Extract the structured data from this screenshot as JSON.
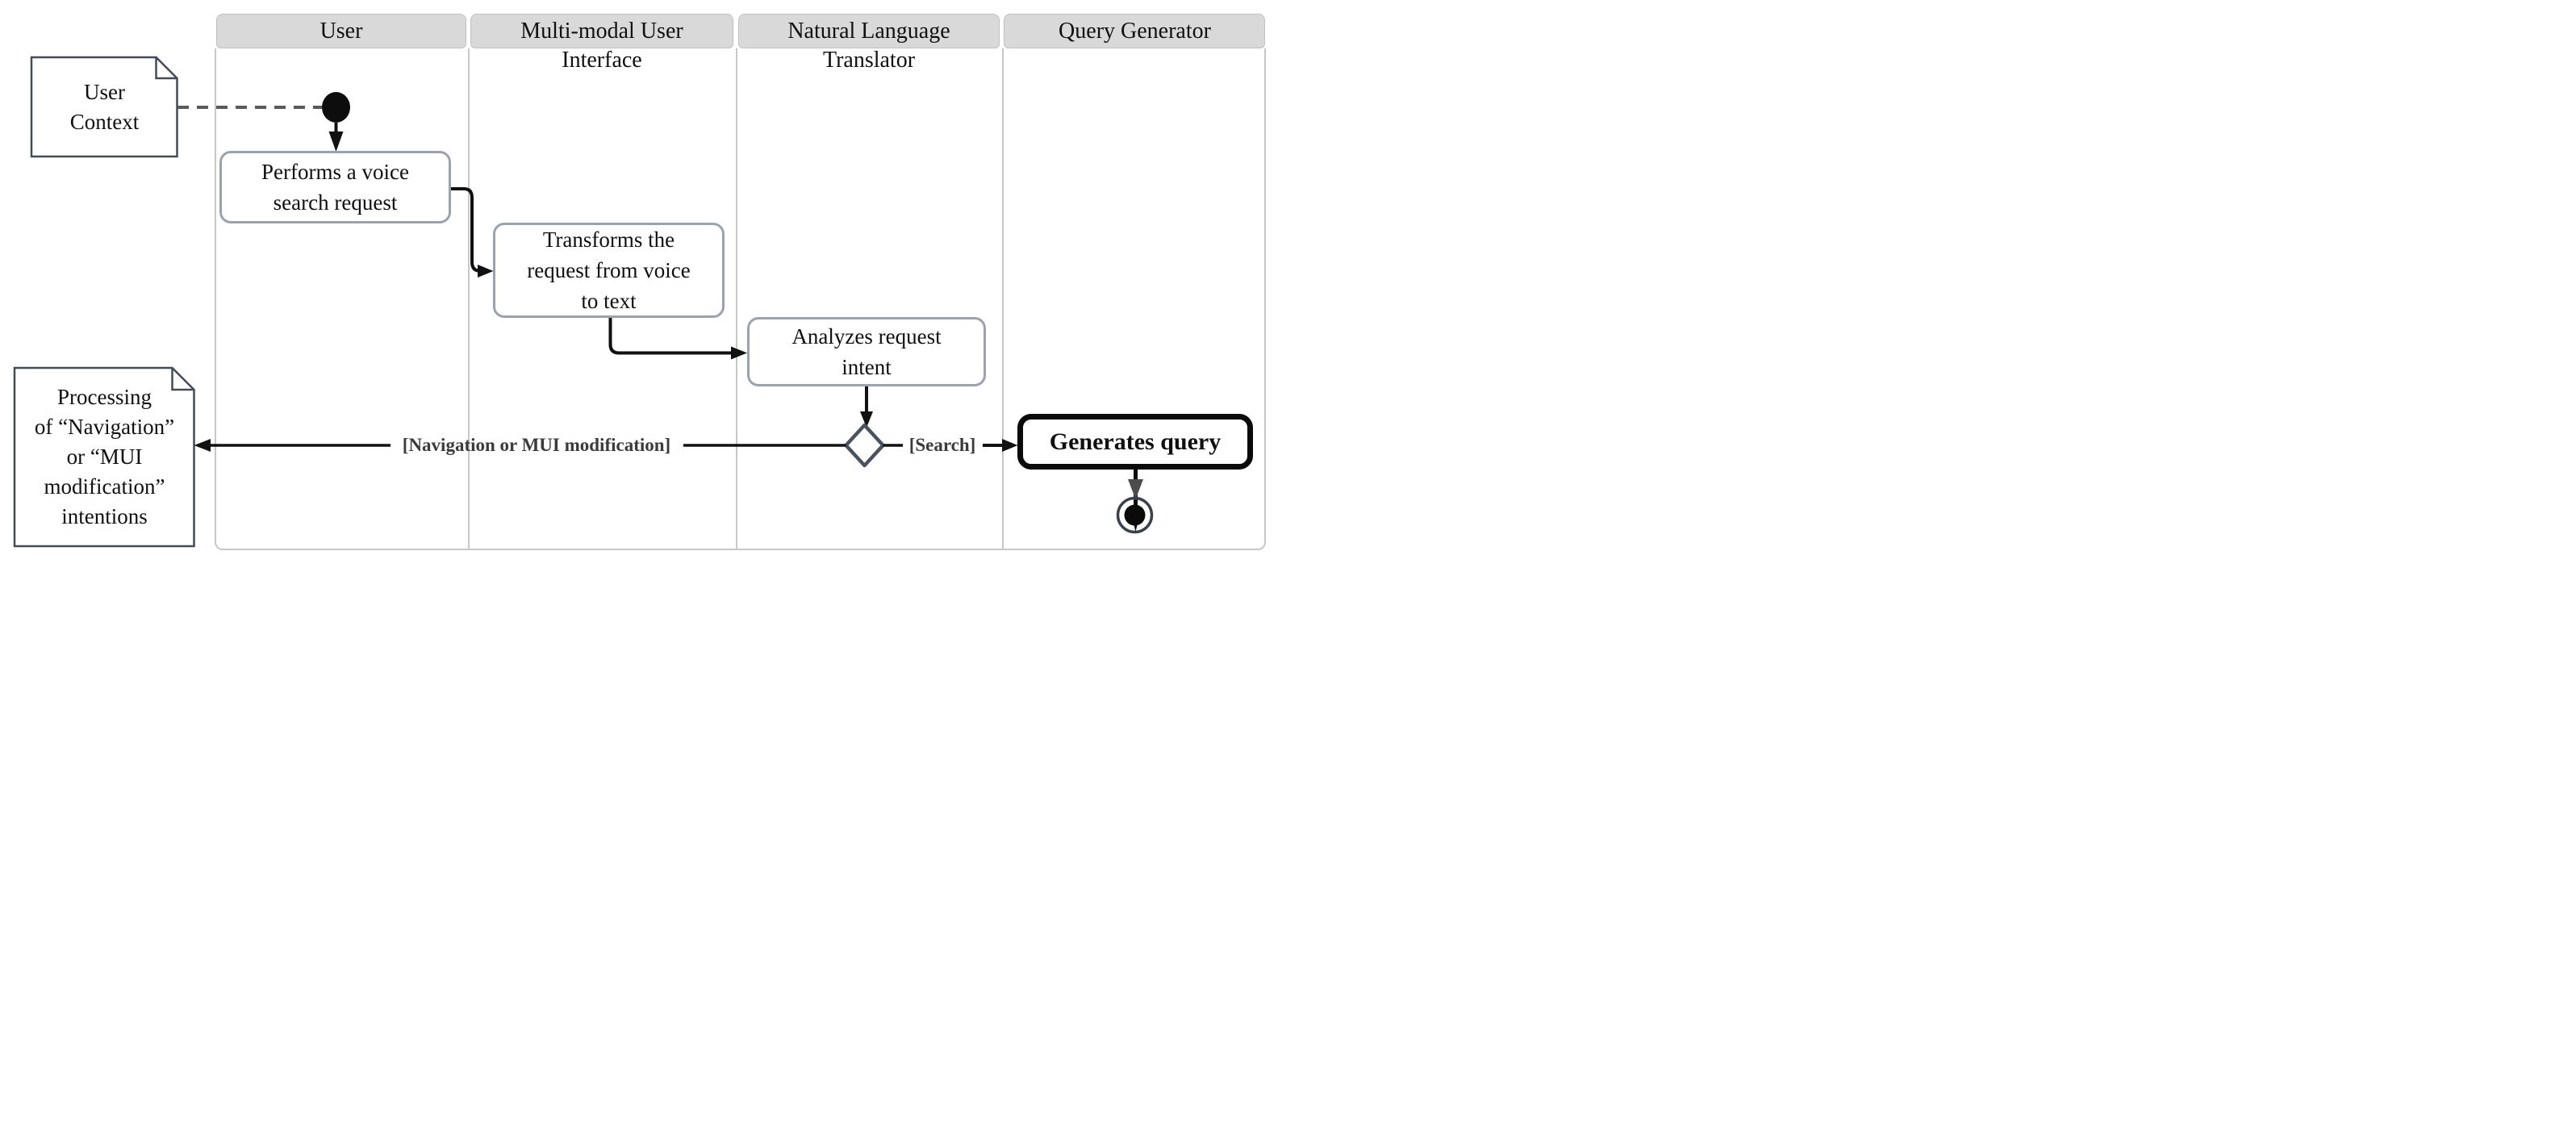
{
  "lanes": [
    {
      "line1": "User",
      "line2": ""
    },
    {
      "line1": "Multi-modal User",
      "line2": "Interface"
    },
    {
      "line1": "Natural Language",
      "line2": "Translator"
    },
    {
      "line1": "Query Generator",
      "line2": ""
    }
  ],
  "notes": {
    "user_context": {
      "lines": [
        "User",
        "Context"
      ]
    },
    "processing": {
      "lines": [
        "Processing",
        "of “Navigation”",
        "or “MUI",
        "modification”",
        "intentions"
      ]
    }
  },
  "activities": {
    "performs": {
      "lines": [
        "Performs a voice",
        "search request"
      ]
    },
    "transforms": {
      "lines": [
        "Transforms the",
        "request from voice",
        "to text"
      ]
    },
    "analyzes": {
      "lines": [
        "Analyzes request",
        "intent"
      ]
    },
    "generates": {
      "lines": [
        "Generates query"
      ]
    }
  },
  "guards": {
    "navigation": "[Navigation or MUI modification]",
    "search": "[Search]"
  },
  "colors": {
    "lane_header_fill": "#d9d9d9",
    "lane_border": "#c7c7c7",
    "activity_border": "#9aa2b0",
    "emphasis_border": "#0a0a0a",
    "note_border": "#434b57",
    "decision_border": "#4a5260",
    "flow_line": "#111111",
    "dashed_line": "#5a5a5a",
    "guard_text": "#3b3b3b"
  }
}
